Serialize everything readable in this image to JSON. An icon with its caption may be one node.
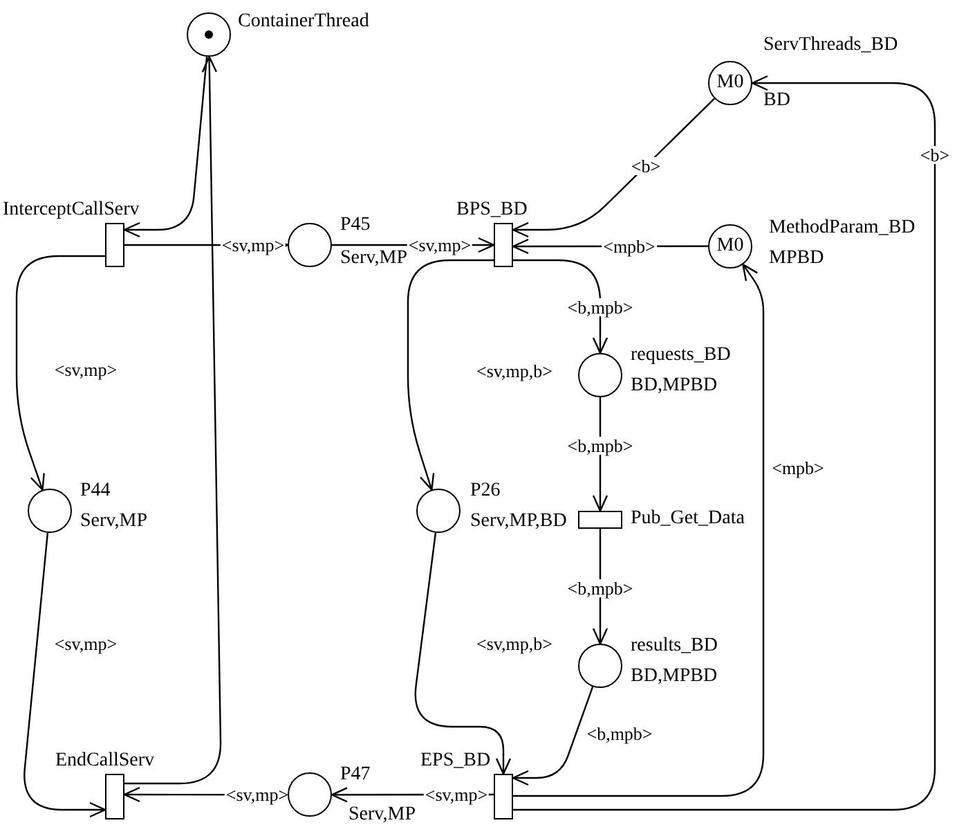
{
  "diagram": {
    "nodes": [
      {
        "text": [
          "ContainerThread"
        ]
      },
      {
        "text": [
          "M0",
          "ServThreads_BD",
          "BD"
        ]
      },
      {
        "text": [
          "InterceptCallServ"
        ]
      },
      {
        "text": [
          "P45",
          "Serv,MP"
        ]
      },
      {
        "text": [
          "BPS_BD"
        ]
      },
      {
        "text": [
          "M0",
          "MethodParam_BD",
          "MPBD"
        ]
      },
      {
        "text": [
          "requests_BD",
          "BD,MPBD"
        ]
      },
      {
        "text": [
          "P44",
          "Serv,MP"
        ]
      },
      {
        "text": [
          "P26",
          "Serv,MP,BD"
        ]
      },
      {
        "text": [
          "Pub_Get_Data"
        ]
      },
      {
        "text": [
          "results_BD",
          "BD,MPBD"
        ]
      },
      {
        "text": [
          "EndCallServ"
        ]
      },
      {
        "text": [
          "P47",
          "Serv,MP"
        ]
      },
      {
        "text": [
          "EPS_BD"
        ]
      }
    ],
    "edges": [
      {
        "from": 0,
        "to": 2,
        "arrow": "to"
      },
      {
        "from": 11,
        "to": 0,
        "arrow": "to"
      },
      {
        "from": 2,
        "to": 3,
        "arrow": "to",
        "label": "<sv,mp>"
      },
      {
        "from": 3,
        "to": 4,
        "arrow": "to",
        "label": "<sv,mp>"
      },
      {
        "from": 1,
        "to": 4,
        "arrow": "to",
        "label": "<b>"
      },
      {
        "from": 5,
        "to": 4,
        "arrow": "to",
        "label": "<mpb>"
      },
      {
        "from": 4,
        "to": 6,
        "arrow": "to",
        "label": "<b,mpb>"
      },
      {
        "from": 4,
        "to": 8,
        "arrow": "to",
        "label": "<sv,mp,b>"
      },
      {
        "from": 2,
        "to": 7,
        "arrow": "to",
        "label": "<sv,mp>"
      },
      {
        "from": 6,
        "to": 9,
        "arrow": "to",
        "label": "<b,mpb>"
      },
      {
        "from": 9,
        "to": 10,
        "arrow": "to",
        "label": "<b,mpb>"
      },
      {
        "from": 7,
        "to": 11,
        "arrow": "to",
        "label": "<sv,mp>"
      },
      {
        "from": 8,
        "to": 13,
        "arrow": "to",
        "label": "<sv,mp,b>"
      },
      {
        "from": 10,
        "to": 13,
        "arrow": "to",
        "label": "<b,mpb>"
      },
      {
        "from": 13,
        "to": 5,
        "arrow": "to",
        "label": "<mpb>"
      },
      {
        "from": 13,
        "to": 1,
        "arrow": "to",
        "label": "<b>"
      },
      {
        "from": 13,
        "to": 12,
        "arrow": "to",
        "label": "<sv,mp>"
      },
      {
        "from": 12,
        "to": 11,
        "arrow": "to",
        "label": "<sv,mp>"
      }
    ]
  }
}
